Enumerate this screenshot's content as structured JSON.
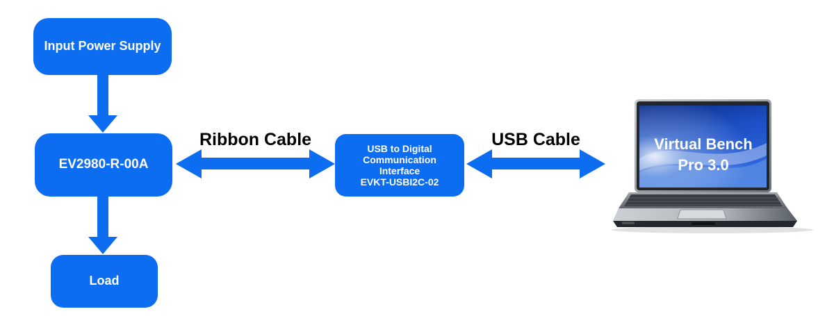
{
  "colors": {
    "node_blue": "#0c6df1",
    "arrow_blue": "#0c6df1",
    "label_text": "#000000",
    "node_text": "#ffffff",
    "laptop_screen_blue": "#1c4ec4"
  },
  "nodes": {
    "input_power_supply": {
      "label": "Input Power Supply"
    },
    "ev2980": {
      "label": "EV2980-R-00A"
    },
    "load": {
      "label": "Load"
    },
    "usb_interface": {
      "line1": "USB to Digital",
      "line2": "Communication",
      "line3": "Interface",
      "line4": "EVKT-USBI2C-02"
    }
  },
  "connections": {
    "input_to_ev2980": {
      "type": "arrow-down"
    },
    "ev2980_to_load": {
      "type": "arrow-down"
    },
    "ribbon_cable": {
      "label": "Ribbon Cable",
      "type": "double-arrow"
    },
    "usb_cable": {
      "label": "USB Cable",
      "type": "double-arrow"
    }
  },
  "laptop": {
    "screen_line1": "Virtual Bench",
    "screen_line2": "Pro 3.0"
  }
}
